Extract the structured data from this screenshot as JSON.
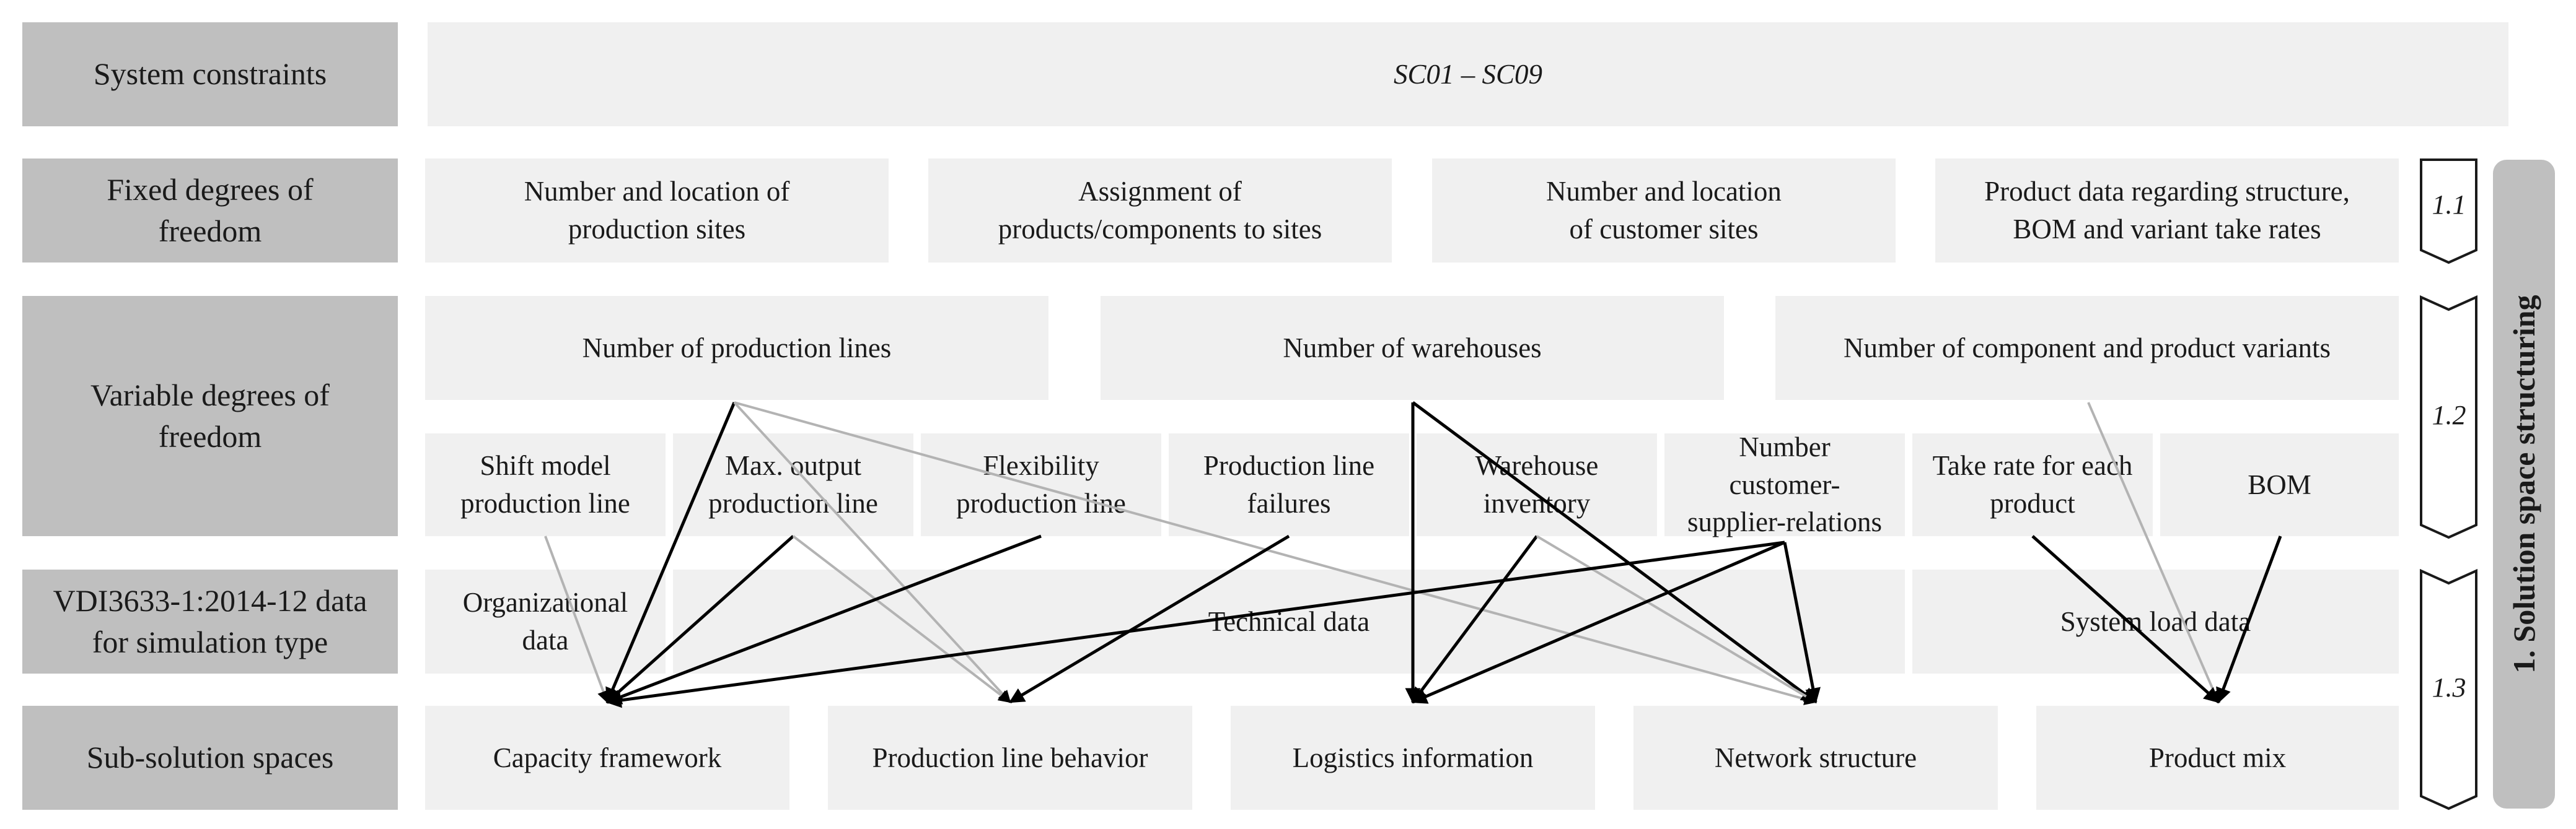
{
  "rows": {
    "system_constraints": "System constraints",
    "fixed_dof": "Fixed degrees of\nfreedom",
    "variable_dof": "Variable degrees of\nfreedom",
    "vdi_data": "VDI3633-1:2014-12 data\nfor simulation type",
    "sub_solution_spaces": "Sub-solution spaces"
  },
  "constraints": {
    "range": "SC01 – SC09"
  },
  "fixed": [
    "Number and location of\nproduction sites",
    "Assignment of\nproducts/components to sites",
    "Number and location\nof customer sites",
    "Product data regarding structure,\nBOM and variant take rates"
  ],
  "variable_top": [
    "Number of production lines",
    "Number of warehouses",
    "Number of component and product variants"
  ],
  "variable_detail": [
    "Shift model\nproduction line",
    "Max. output\nproduction line",
    "Flexibility\nproduction line",
    "Production line\nfailures",
    "Warehouse\ninventory",
    "Number\ncustomer-\nsupplier-relations",
    "Take rate for each\nproduct",
    "BOM"
  ],
  "data_types": [
    "Organizational\ndata",
    "Technical data",
    "System load data"
  ],
  "sub_spaces": [
    "Capacity framework",
    "Production line behavior",
    "Logistics information",
    "Network structure",
    "Product mix"
  ],
  "steps": [
    "1.1",
    "1.2",
    "1.3"
  ],
  "side_label": "1.  Solution space structuring",
  "colors": {
    "label_fill": "#bfbfbf",
    "cell_fill": "#f0f0f0",
    "arrow_dark": "#000000",
    "arrow_light": "#b3b3b3"
  },
  "connections": [
    {
      "from": "variable_top.0",
      "to": "sub_spaces.0",
      "style": "dark"
    },
    {
      "from": "variable_top.0",
      "to": "sub_spaces.1",
      "style": "light"
    },
    {
      "from": "variable_top.0",
      "to": "sub_spaces.3",
      "style": "light"
    },
    {
      "from": "variable_top.1",
      "to": "sub_spaces.2",
      "style": "dark"
    },
    {
      "from": "variable_top.1",
      "to": "sub_spaces.3",
      "style": "dark"
    },
    {
      "from": "variable_top.2",
      "to": "sub_spaces.4",
      "style": "light"
    },
    {
      "from": "variable_detail.0",
      "to": "sub_spaces.0",
      "style": "light"
    },
    {
      "from": "variable_detail.1",
      "to": "sub_spaces.0",
      "style": "dark"
    },
    {
      "from": "variable_detail.1",
      "to": "sub_spaces.1",
      "style": "light"
    },
    {
      "from": "variable_detail.2",
      "to": "sub_spaces.0",
      "style": "dark"
    },
    {
      "from": "variable_detail.3",
      "to": "sub_spaces.1",
      "style": "dark"
    },
    {
      "from": "variable_detail.4",
      "to": "sub_spaces.2",
      "style": "dark"
    },
    {
      "from": "variable_detail.4",
      "to": "sub_spaces.3",
      "style": "light"
    },
    {
      "from": "variable_detail.5",
      "to": "sub_spaces.0",
      "style": "light"
    },
    {
      "from": "variable_detail.5",
      "to": "sub_spaces.0",
      "style": "dark"
    },
    {
      "from": "variable_detail.5",
      "to": "sub_spaces.2",
      "style": "dark"
    },
    {
      "from": "variable_detail.5",
      "to": "sub_spaces.3",
      "style": "dark"
    },
    {
      "from": "variable_detail.6",
      "to": "sub_spaces.4",
      "style": "dark"
    },
    {
      "from": "variable_detail.7",
      "to": "sub_spaces.4",
      "style": "dark"
    }
  ]
}
